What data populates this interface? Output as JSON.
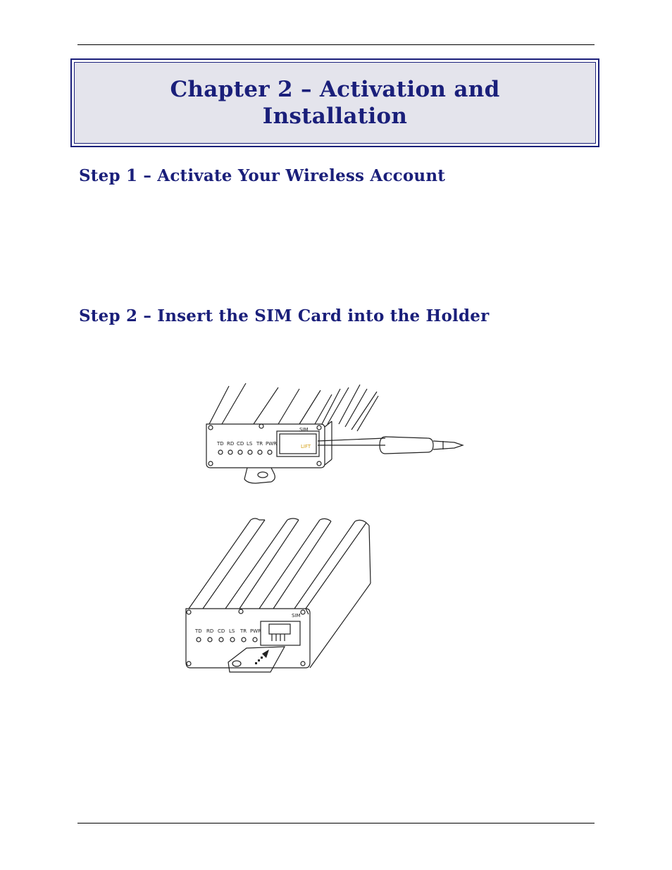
{
  "chapter": {
    "title_line1": "Chapter 2 – Activation and",
    "title_line2": "Installation"
  },
  "steps": [
    {
      "heading": "Step 1 – Activate Your Wireless Account"
    },
    {
      "heading": "Step 2 – Insert the SIM Card into the Holder"
    }
  ],
  "figures": {
    "top": {
      "led_labels": [
        "TD",
        "RD",
        "CD",
        "LS",
        "TR",
        "PWR"
      ],
      "sim_label": "SIM",
      "lift_label": "LIFT"
    },
    "bottom": {
      "led_labels": [
        "TD",
        "RD",
        "CD",
        "LS",
        "TR",
        "PWR"
      ],
      "sim_label": "SIM"
    }
  },
  "colors": {
    "heading": "#1a1f7a",
    "chapter_fill": "#e4e4ec",
    "lift_label": "#d4a017"
  }
}
